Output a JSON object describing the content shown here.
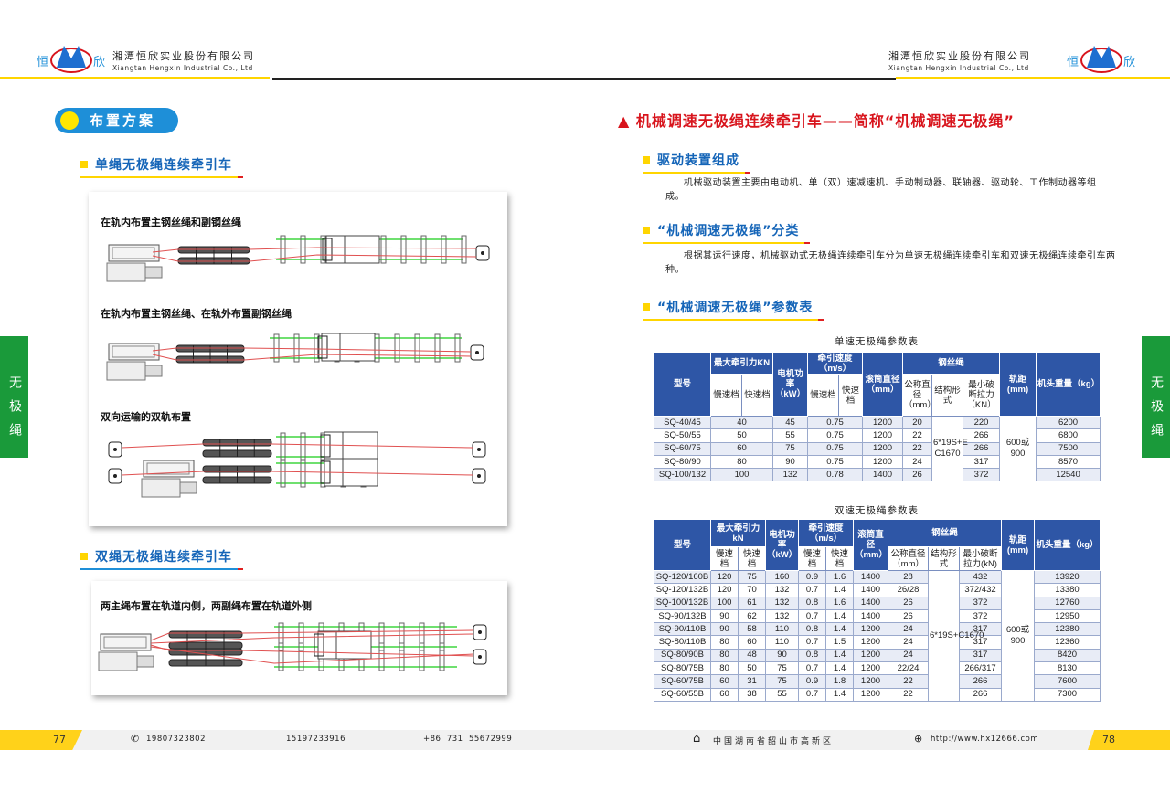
{
  "header": {
    "company_cn": "湘潭恒欣实业股份有限公司",
    "company_en": "Xiangtan Hengxin Industrial Co., Ltd",
    "logo_text": [
      "恒",
      "欣"
    ]
  },
  "left": {
    "pill": "布置方案",
    "section1": "单绳无极绳连续牵引车",
    "diagrams1": [
      "在轨内布置主钢丝绳和副钢丝绳",
      "在轨内布置主钢丝绳、在轨外布置副钢丝绳",
      "双向运输的双轨布置"
    ],
    "section2": "双绳无极绳连续牵引车",
    "diagram2": "两主绳布置在轨道内侧，两副绳布置在轨道外侧"
  },
  "sidetab": "无极绳",
  "right": {
    "title": "机械调速无极绳连续牵引车——简称“机械调速无极绳”",
    "sec1": "驱动装置组成",
    "para1": "机械驱动装置主要由电动机、单（双）速减速机、手动制动器、联轴器、驱动轮、工作制动器等组成。",
    "sec2": "“机械调速无极绳”分类",
    "para2": "根据其运行速度，机械驱动式无极绳连续牵引车分为单速无极绳连续牵引车和双速无极绳连续牵引车两种。",
    "sec3": "“机械调速无极绳”参数表"
  },
  "table_headers": {
    "model": "型号",
    "force_kn": "最大牵引力KN",
    "force_kn2": "最大牵引力kN",
    "motor": "电机功率（kW）",
    "speed": "牵引速度（m/s）",
    "drum": "滚筒直径（mm）",
    "rope": "钢丝绳",
    "gauge": "轨距(mm)",
    "weight": "机头重量（kg）",
    "slow": "慢速档",
    "fast": "快速档",
    "nominal": "公称直径（mm）",
    "structure": "结构形式",
    "breaking": "最小破断拉力（KN）",
    "breaking2": "最小破断拉力(kN)"
  },
  "table1": {
    "caption": "单速无极绳参数表",
    "structure": "6*19S+E C1670",
    "gauge": "600或900",
    "rows": [
      [
        "SQ-40/45",
        "40",
        "45",
        "0.75",
        "1200",
        "20",
        "220",
        "6200"
      ],
      [
        "SQ-50/55",
        "50",
        "55",
        "0.75",
        "1200",
        "22",
        "266",
        "6800"
      ],
      [
        "SQ-60/75",
        "60",
        "75",
        "0.75",
        "1200",
        "22",
        "266",
        "7500"
      ],
      [
        "SQ-80/90",
        "80",
        "90",
        "0.75",
        "1200",
        "24",
        "317",
        "8570"
      ],
      [
        "SQ-100/132",
        "100",
        "132",
        "0.78",
        "1400",
        "26",
        "372",
        "12540"
      ]
    ]
  },
  "table2": {
    "caption": "双速无极绳参数表",
    "structure": "6*19S+C1670",
    "gauge": "600或900",
    "rows": [
      [
        "SQ-120/160B",
        "120",
        "75",
        "160",
        "0.9",
        "1.6",
        "1400",
        "28",
        "432",
        "13920"
      ],
      [
        "SQ-120/132B",
        "120",
        "70",
        "132",
        "0.7",
        "1.4",
        "1400",
        "26/28",
        "372/432",
        "13380"
      ],
      [
        "SQ-100/132B",
        "100",
        "61",
        "132",
        "0.8",
        "1.6",
        "1400",
        "26",
        "372",
        "12760"
      ],
      [
        "SQ-90/132B",
        "90",
        "62",
        "132",
        "0.7",
        "1.4",
        "1400",
        "26",
        "372",
        "12950"
      ],
      [
        "SQ-90/110B",
        "90",
        "58",
        "110",
        "0.8",
        "1.4",
        "1200",
        "24",
        "317",
        "12380"
      ],
      [
        "SQ-80/110B",
        "80",
        "60",
        "110",
        "0.7",
        "1.5",
        "1200",
        "24",
        "317",
        "12360"
      ],
      [
        "SQ-80/90B",
        "80",
        "48",
        "90",
        "0.8",
        "1.4",
        "1200",
        "24",
        "317",
        "8420"
      ],
      [
        "SQ-80/75B",
        "80",
        "50",
        "75",
        "0.7",
        "1.4",
        "1200",
        "22/24",
        "266/317",
        "8130"
      ],
      [
        "SQ-60/75B",
        "60",
        "31",
        "75",
        "0.9",
        "1.8",
        "1200",
        "22",
        "266",
        "7600"
      ],
      [
        "SQ-60/55B",
        "60",
        "38",
        "55",
        "0.7",
        "1.4",
        "1200",
        "22",
        "266",
        "7300"
      ]
    ]
  },
  "footer": {
    "page_left": "77",
    "page_right": "78",
    "phone1": "19807323802",
    "phone2": "15197233916",
    "tel": "+86  731  55672999",
    "address": "中国湖南省韶山市高新区",
    "website": "http://www.hx12666.com"
  },
  "colors": {
    "blue": "#1e8fd8",
    "yellow": "#ffd500",
    "red": "#d8141c",
    "green": "#1a9a3a",
    "table_header": "#2e56a6"
  }
}
